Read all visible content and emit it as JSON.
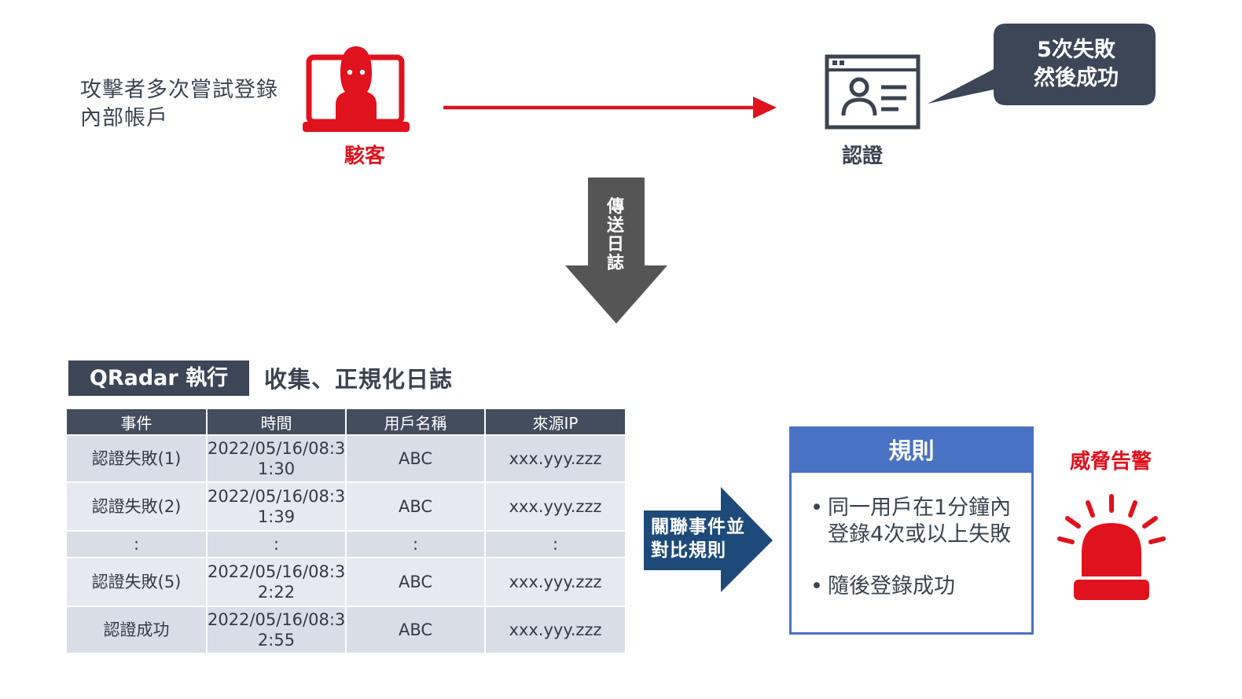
{
  "top": {
    "attacker_desc_line1": "攻擊者多次嘗試登錄",
    "attacker_desc_line2": "內部帳戶",
    "hacker_label": "駭客",
    "auth_label": "認證",
    "bubble_line1": "5次失敗",
    "bubble_line2": "然後成功"
  },
  "send_logs": [
    "傳",
    "送",
    "日",
    "誌"
  ],
  "qradar": {
    "box_label": "QRadar 執行",
    "caption": "收集、正規化日誌"
  },
  "table": {
    "headers": [
      "事件",
      "時間",
      "用戶名稱",
      "來源IP"
    ],
    "rows": [
      {
        "event": "認證失敗(1)",
        "time_a": "2022/05/16/08:3",
        "time_b": "1:30",
        "user": "ABC",
        "ip": "xxx.yyy.zzz"
      },
      {
        "event": "認證失敗(2)",
        "time_a": "2022/05/16/08:3",
        "time_b": "1:39",
        "user": "ABC",
        "ip": "xxx.yyy.zzz"
      },
      {
        "event": ":",
        "time_a": ":",
        "time_b": "",
        "user": ":",
        "ip": ":"
      },
      {
        "event": "認證失敗(5)",
        "time_a": "2022/05/16/08:3",
        "time_b": "2:22",
        "user": "ABC",
        "ip": "xxx.yyy.zzz"
      },
      {
        "event": "認證成功",
        "time_a": "2022/05/16/08:3",
        "time_b": "2:55",
        "user": "ABC",
        "ip": "xxx.yyy.zzz"
      }
    ]
  },
  "correlate": {
    "line1": "關聯事件並",
    "line2": "對比規則"
  },
  "rule": {
    "title": "規則",
    "bullet": "•",
    "item1_line1": "同一用戶在1分鐘內",
    "item1_line2": "登錄4次或以上失敗",
    "item2": "隨後登錄成功"
  },
  "alert_label": "威脅告警",
  "colors": {
    "red": "#e0121e",
    "dark_slate": "#3c4656",
    "navy_arrow": "#1d4a78",
    "rule_blue": "#4a72c4",
    "gray_arrow": "#555555"
  }
}
